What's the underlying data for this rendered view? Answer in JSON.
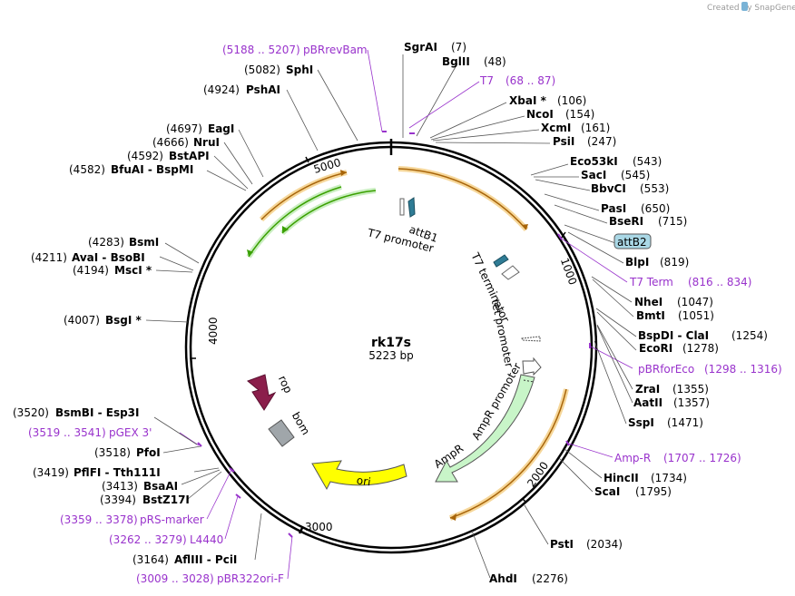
{
  "watermark": "Created by SnapGene",
  "plasmid": {
    "name": "rk17s",
    "size": "5223 bp",
    "total_bp": 5223
  },
  "ticks": [
    "1000",
    "2000",
    "3000",
    "4000",
    "5000"
  ],
  "colors": {
    "primer": "#9933cc",
    "orf": "#f2a93b",
    "green": "#3aa000",
    "rop": "#8b1e4b",
    "ori": "#ffff00",
    "ampr": "#c8f5c8",
    "attb": "#aad8e6"
  },
  "sites": [
    {
      "pos": "(7)",
      "name": "SgrAI"
    },
    {
      "pos": "(48)",
      "name": "BglII"
    },
    {
      "pos": "(68 .. 87)",
      "name": "T7",
      "primer": true
    },
    {
      "pos": "(106)",
      "name": "XbaI *"
    },
    {
      "pos": "(154)",
      "name": "NcoI"
    },
    {
      "pos": "(161)",
      "name": "XcmI"
    },
    {
      "pos": "(247)",
      "name": "PsiI"
    },
    {
      "pos": "(543)",
      "name": "Eco53kI"
    },
    {
      "pos": "(545)",
      "name": "SacI"
    },
    {
      "pos": "(553)",
      "name": "BbvCI"
    },
    {
      "pos": "(650)",
      "name": "PasI"
    },
    {
      "pos": "(715)",
      "name": "BseRI"
    },
    {
      "pos": "",
      "name": "attB2",
      "boxed": true
    },
    {
      "pos": "(819)",
      "name": "BlpI"
    },
    {
      "pos": "(816 .. 834)",
      "name": "T7 Term",
      "primer": true
    },
    {
      "pos": "(1047)",
      "name": "NheI"
    },
    {
      "pos": "(1051)",
      "name": "BmtI"
    },
    {
      "pos": "(1254)",
      "name": "BspDI - ClaI"
    },
    {
      "pos": "(1278)",
      "name": "EcoRI"
    },
    {
      "pos": "(1298 .. 1316)",
      "name": "pBRforEco",
      "primer": true
    },
    {
      "pos": "(1355)",
      "name": "ZraI"
    },
    {
      "pos": "(1357)",
      "name": "AatII"
    },
    {
      "pos": "(1471)",
      "name": "SspI"
    },
    {
      "pos": "(1707 .. 1726)",
      "name": "Amp-R",
      "primer": true
    },
    {
      "pos": "(1734)",
      "name": "HincII"
    },
    {
      "pos": "(1795)",
      "name": "ScaI"
    },
    {
      "pos": "(2034)",
      "name": "PstI"
    },
    {
      "pos": "(2276)",
      "name": "AhdI"
    },
    {
      "pos": "(3009 .. 3028)",
      "name": "pBR322ori-F",
      "primer": true
    },
    {
      "pos": "(3164)",
      "name": "AflIII - PciI"
    },
    {
      "pos": "(3262 .. 3279)",
      "name": "L4440",
      "primer": true
    },
    {
      "pos": "(3359 .. 3378)",
      "name": "pRS-marker",
      "primer": true
    },
    {
      "pos": "(3394)",
      "name": "BstZ17I"
    },
    {
      "pos": "(3413)",
      "name": "BsaAI"
    },
    {
      "pos": "(3419)",
      "name": "PflFI - Tth111I"
    },
    {
      "pos": "(3518)",
      "name": "PfoI"
    },
    {
      "pos": "(3519 .. 3541)",
      "name": "pGEX 3'",
      "primer": true
    },
    {
      "pos": "(3520)",
      "name": "BsmBI - Esp3I"
    },
    {
      "pos": "(4007)",
      "name": "BsgI *"
    },
    {
      "pos": "(4194)",
      "name": "MscI *"
    },
    {
      "pos": "(4211)",
      "name": "AvaI - BsoBI"
    },
    {
      "pos": "(4283)",
      "name": "BsmI"
    },
    {
      "pos": "(4582)",
      "name": "BfuAI - BspMI"
    },
    {
      "pos": "(4592)",
      "name": "BstAPI"
    },
    {
      "pos": "(4666)",
      "name": "NruI"
    },
    {
      "pos": "(4697)",
      "name": "EagI"
    },
    {
      "pos": "(4924)",
      "name": "PshAI"
    },
    {
      "pos": "(5082)",
      "name": "SphI"
    },
    {
      "pos": "(5188 .. 5207)",
      "name": "pBRrevBam",
      "primer": true
    }
  ],
  "features": {
    "attB1": "attB1",
    "t7_promoter": "T7 promoter",
    "t7_terminator": "T7 terminator",
    "tet_promoter": "tet promoter",
    "ampr_promoter": "AmpR promoter",
    "ampr": "AmpR",
    "ori": "ori",
    "rop": "rop",
    "bom": "bom"
  }
}
